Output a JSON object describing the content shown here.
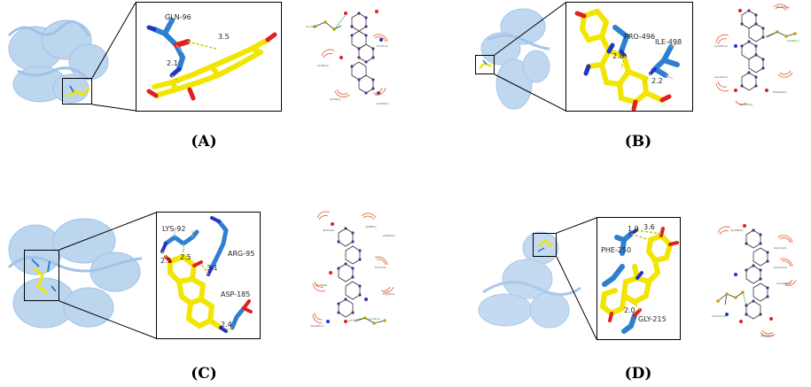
{
  "panels": [
    {
      "label": "(A)",
      "residues": [
        "GLN-96"
      ],
      "distances": [
        "3.5",
        "2.1"
      ],
      "diagram_labels": [
        "Gln96(A)",
        "Pro97(A)",
        "Tyr98(A)",
        "Tyr99(A)",
        "Ile100(A)"
      ]
    },
    {
      "label": "(B)",
      "residues": [
        "PRO-496",
        "ILE-498"
      ],
      "distances": [
        "2.8",
        "2.2"
      ],
      "diagram_labels": [
        "Pro497(A)",
        "Ile498(A)",
        "Lys495(A)",
        "Leu491(A)",
        "Phe494(A)",
        "Gly492(A)"
      ]
    },
    {
      "label": "(C)",
      "residues": [
        "LYS-92",
        "ARG-95",
        "ASP-185"
      ],
      "distances": [
        "2.1",
        "2.5",
        "3.1",
        "2.4"
      ],
      "diagram_labels": [
        "Gln93(A)",
        "Tyr88(A)",
        "Asp89(A)",
        "Pro97(A)",
        "Glu96(A)",
        "Arg95(A)",
        "Lys92(A)",
        "Asp185(A)"
      ]
    },
    {
      "label": "(D)",
      "residues": [
        "PHE-250",
        "GLY-215"
      ],
      "distances": [
        "1.9",
        "3.6",
        "2.0"
      ],
      "diagram_labels": [
        "Tyr248(A)",
        "Val211(A)",
        "Ala213(A)",
        "Phe250(A)",
        "Leu214(A)",
        "Arg249(A)"
      ]
    }
  ],
  "colors": {
    "ligand": "#f2e500",
    "oxygen": "#e02020",
    "nitrogen": "#2233cc",
    "residue": "#2f7fd0",
    "protein": "#b9d4ee",
    "hbond": "#c8c800",
    "hydrophobic": "#e8643c",
    "atom2d": "#5a2a8a"
  }
}
